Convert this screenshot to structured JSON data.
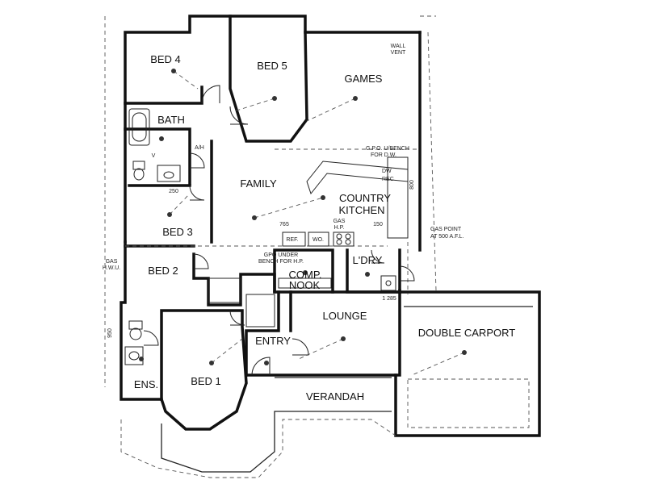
{
  "rooms": {
    "bed4": "BED 4",
    "bed5": "BED 5",
    "games": "GAMES",
    "bath": "BATH",
    "family": "FAMILY",
    "country_line1": "COUNTRY",
    "country_line2": "KITCHEN",
    "bed3": "BED 3",
    "bed2": "BED 2",
    "ldry": "L'DRY",
    "comp_line1": "COMP.",
    "comp_line2": "NOOK",
    "lounge": "LOUNGE",
    "double_carport": "DOUBLE CARPORT",
    "entry": "ENTRY",
    "bed1": "BED 1",
    "ens": "ENS.",
    "verandah": "VERANDAH"
  },
  "notes": {
    "wall_vent_1": "WALL",
    "wall_vent_2": "VENT",
    "gpo_1": "G.P.O. U/BENCH",
    "gpo_2": "FOR D.W.",
    "dw": "DW",
    "rec": "REC",
    "gas_point_1": "GAS POINT",
    "gas_point_2": "AT 500 A.F.L.",
    "gas_hp_1": "GAS",
    "gas_hp_2": "H.P.",
    "ref": "REF.",
    "wo": "WO.",
    "gpo_under_1": "GPO UNDER",
    "gpo_under_2": "BENCH FOR H.P.",
    "gas_hwu_1": "GAS",
    "gas_hwu_2": "H.W.U.",
    "ah": "A/H",
    "v": "V"
  },
  "dimensions": {
    "d250": "250",
    "d765": "765",
    "d150": "150",
    "d1285": "1 285",
    "d950": "950",
    "d800": "800"
  }
}
